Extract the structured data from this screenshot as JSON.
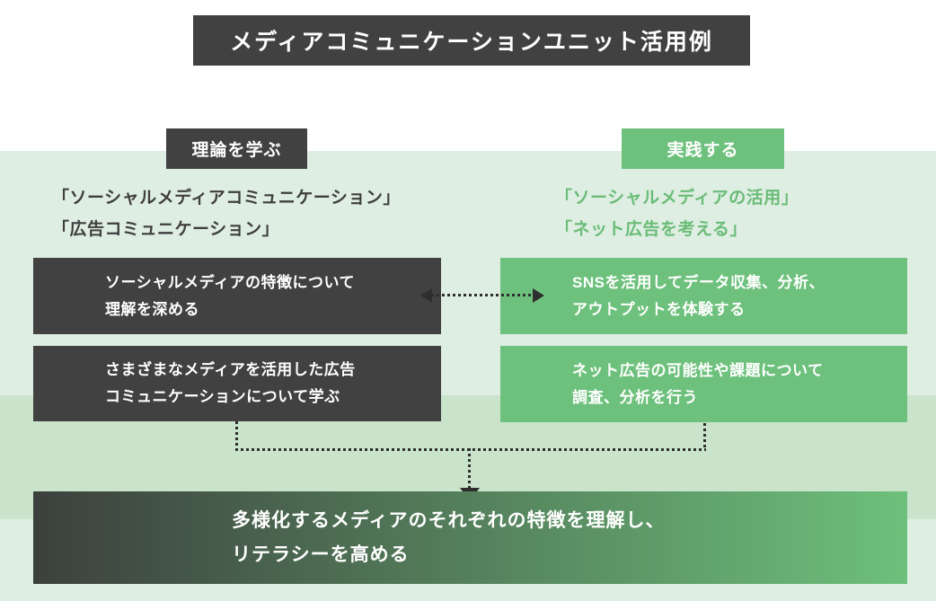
{
  "title": "メディアコミュニケーションユニット活用例",
  "theory": {
    "tag": "理論を学ぶ",
    "heading": [
      "「ソーシャルメディアコミュニケーション」",
      "「広告コミュニケーション」"
    ],
    "box1": [
      "ソーシャルメディアの特徴について",
      "理解を深める"
    ],
    "box2": [
      "さまざまなメディアを活用した広告",
      "コミュニケーションについて学ぶ"
    ]
  },
  "practice": {
    "tag": "実践する",
    "heading": [
      "「ソーシャルメディアの活用」",
      "「ネット広告を考える」"
    ],
    "box1": [
      "SNSを活用してデータ収集、分析、",
      "アウトプットを体験する"
    ],
    "box2": [
      "ネット広告の可能性や課題について",
      "調査、分析を行う"
    ]
  },
  "outcome": {
    "lines": [
      "多様化するメディアのそれぞれの特徴を理解し、",
      "リテラシーを高める"
    ]
  },
  "colors": {
    "dark_box": "#414141",
    "green_box": "#6ec17d",
    "green_text": "#6abc78",
    "heading_dark": "#3e3e3e",
    "bg_light": "#dfeee2",
    "bg_band": "#c9e4cb",
    "connector": "#2e2e2e",
    "gradient_left": "#3c403d",
    "gradient_right": "#6dc07b",
    "white": "#ffffff"
  }
}
